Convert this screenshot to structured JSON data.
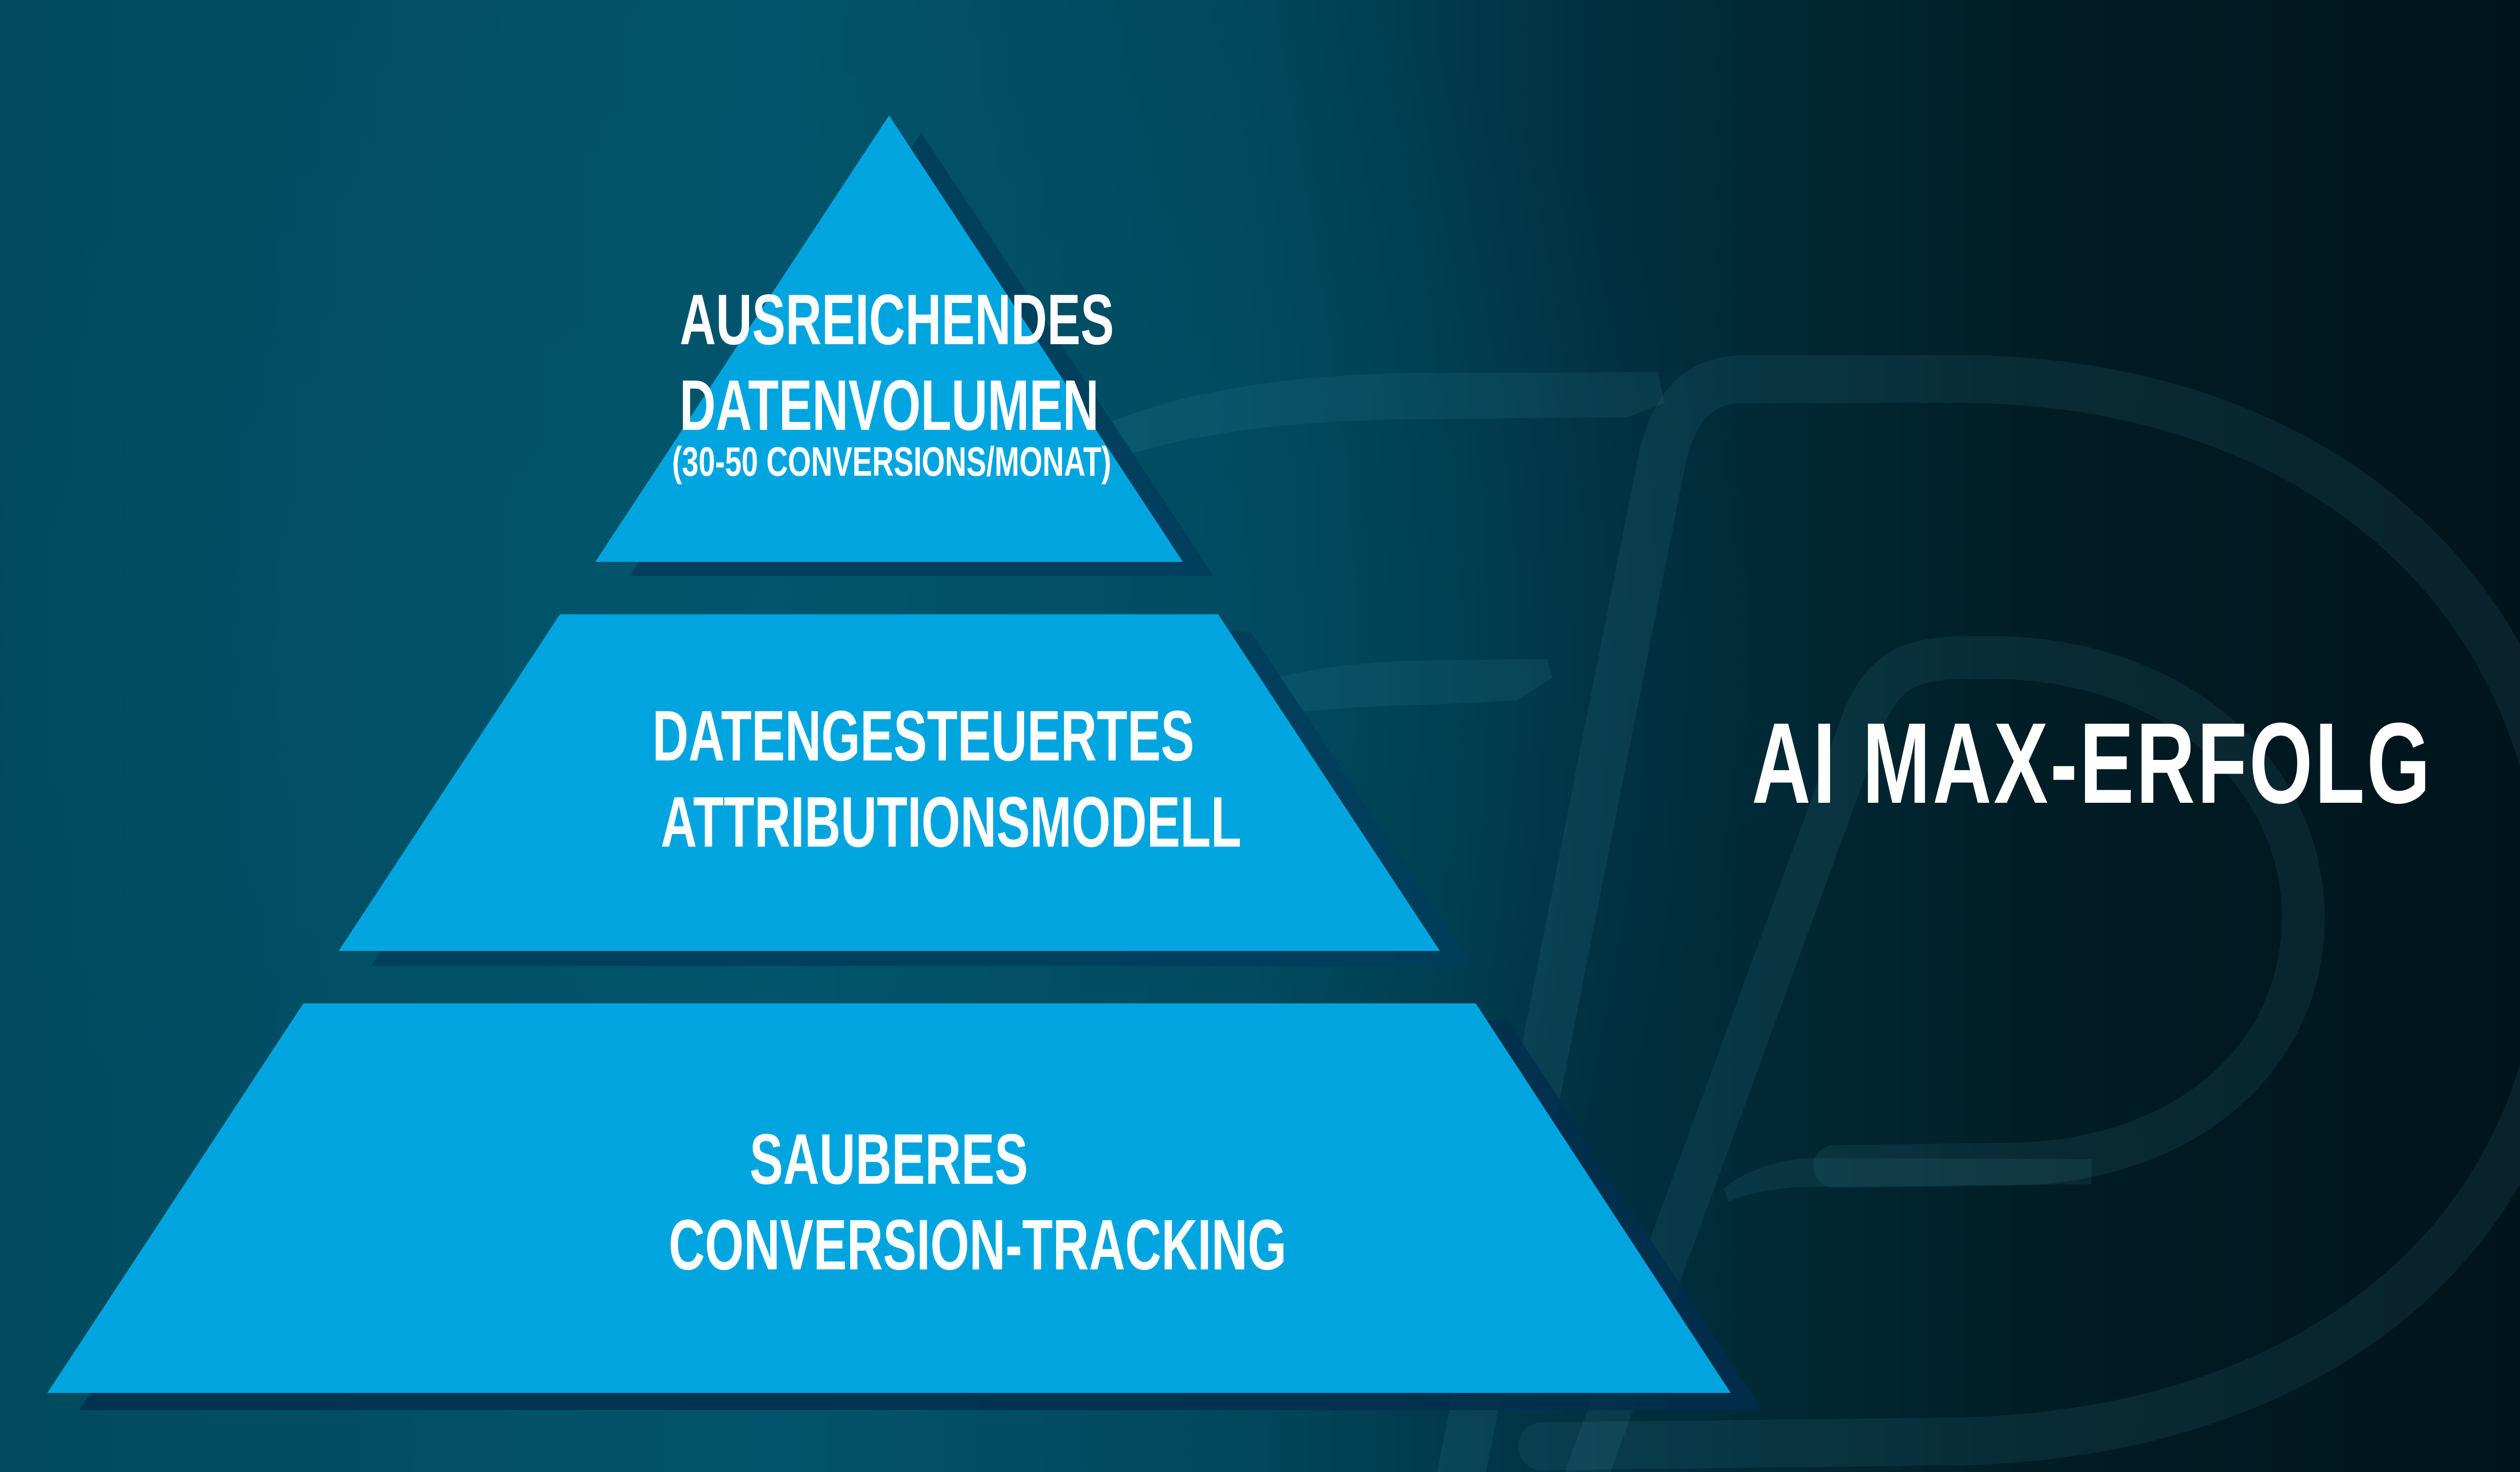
{
  "slide": {
    "title": "AI MAX-ERFOLG",
    "colors": {
      "background_left": "#014a5e",
      "background_mid": "#01546b",
      "background_right": "#00131a",
      "pyramid_fill": "#00a5df",
      "pyramid_shadow": "#003f5f",
      "text": "#ffffff",
      "watermark": "#4a8a9c"
    },
    "watermark": {
      "icon": "logo-monogram-e-d-icon"
    }
  },
  "pyramid": {
    "tiers": [
      {
        "level": "top",
        "lines": [
          "AUSREICHENDES",
          "DATENVOLUMEN"
        ],
        "subtitle": "(30-50 CONVERSIONS/MONAT)"
      },
      {
        "level": "middle",
        "lines": [
          "DATENGESTEUERTES",
          "ATTRIBUTIONSMODELL"
        ]
      },
      {
        "level": "bottom",
        "lines": [
          "SAUBERES",
          "CONVERSION-TRACKING"
        ]
      }
    ]
  }
}
